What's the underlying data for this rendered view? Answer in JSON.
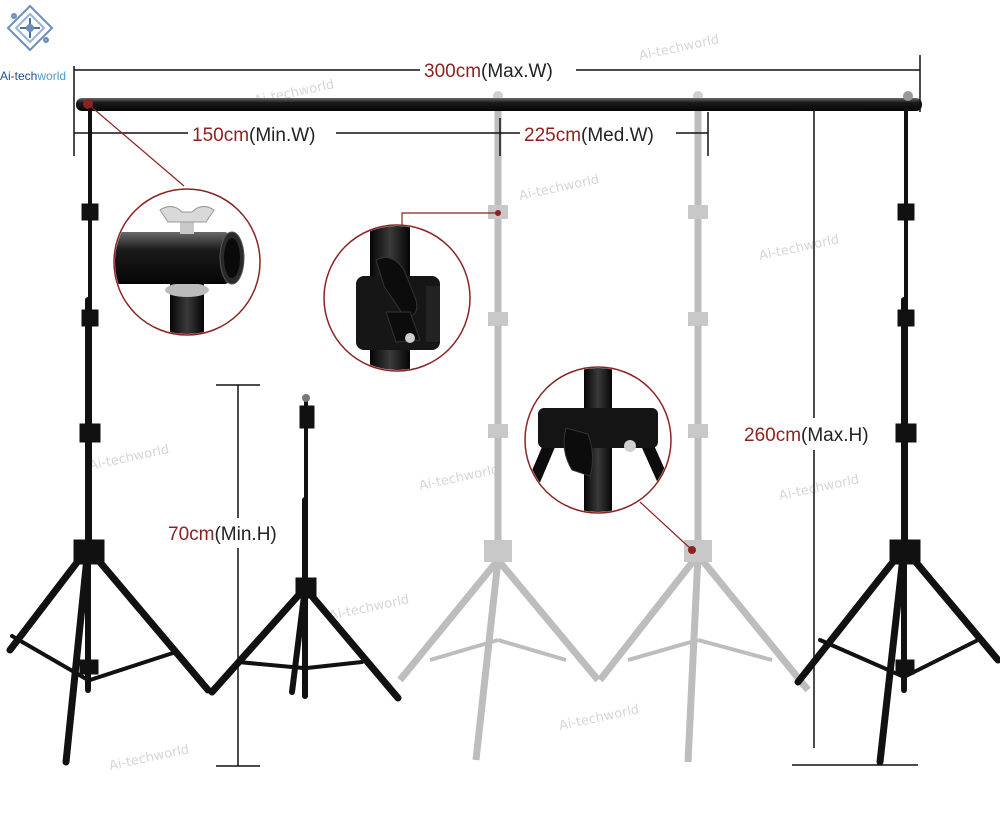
{
  "brand": {
    "prefix": "Ai-tech",
    "suffix": "world",
    "logo_icon": "circuit-cube-icon"
  },
  "dimensions": {
    "max_width": {
      "value": "300cm",
      "label": "(Max.W)"
    },
    "min_width": {
      "value": "150cm",
      "label": "(Min.W)"
    },
    "med_width": {
      "value": "225cm",
      "label": "(Med.W)"
    },
    "max_height": {
      "value": "260cm",
      "label": "(Max.H)"
    },
    "min_height": {
      "value": "70cm",
      "label": "(Min.H)"
    }
  },
  "details": [
    {
      "name": "crossbar-clamp-detail"
    },
    {
      "name": "flip-lock-detail"
    },
    {
      "name": "tripod-lock-detail"
    }
  ],
  "colors": {
    "accent": "#8b2322",
    "stand": "#111111",
    "ghost_stand": "#b8b8b8"
  }
}
